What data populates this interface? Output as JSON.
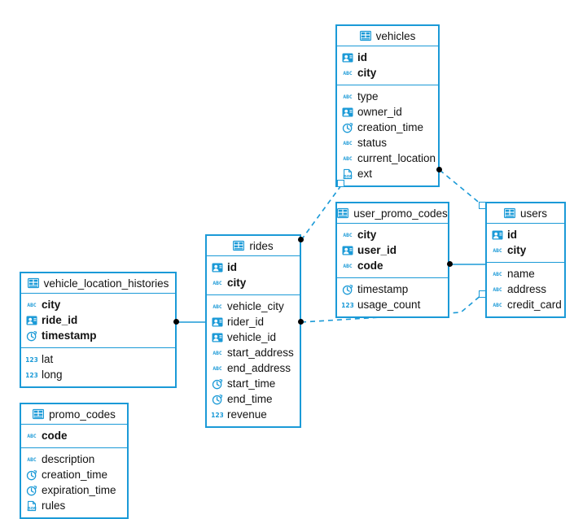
{
  "diagram": {
    "kind": "entity-relationship-diagram",
    "accent_color": "#1b9ad7",
    "text_color": "#121212",
    "background": "#ffffff",
    "connector_dot_color": "#000000"
  },
  "icon_labels": {
    "table": "table-grid-icon",
    "uuid": "id-card-icon",
    "string": "abc-text-icon",
    "timestamp": "clock-icon",
    "number": "123-number-icon",
    "json": "json-icon"
  },
  "entities": [
    {
      "name": "vehicles",
      "primary_keys": [
        {
          "label": "id",
          "type": "uuid"
        },
        {
          "label": "city",
          "type": "string"
        }
      ],
      "columns": [
        {
          "label": "type",
          "type": "string"
        },
        {
          "label": "owner_id",
          "type": "uuid"
        },
        {
          "label": "creation_time",
          "type": "timestamp"
        },
        {
          "label": "status",
          "type": "string"
        },
        {
          "label": "current_location",
          "type": "string"
        },
        {
          "label": "ext",
          "type": "json"
        }
      ]
    },
    {
      "name": "user_promo_codes",
      "primary_keys": [
        {
          "label": "city",
          "type": "string"
        },
        {
          "label": "user_id",
          "type": "uuid"
        },
        {
          "label": "code",
          "type": "string"
        }
      ],
      "columns": [
        {
          "label": "timestamp",
          "type": "timestamp"
        },
        {
          "label": "usage_count",
          "type": "number"
        }
      ]
    },
    {
      "name": "users",
      "primary_keys": [
        {
          "label": "id",
          "type": "uuid"
        },
        {
          "label": "city",
          "type": "string"
        }
      ],
      "columns": [
        {
          "label": "name",
          "type": "string"
        },
        {
          "label": "address",
          "type": "string"
        },
        {
          "label": "credit_card",
          "type": "string"
        }
      ]
    },
    {
      "name": "rides",
      "primary_keys": [
        {
          "label": "id",
          "type": "uuid"
        },
        {
          "label": "city",
          "type": "string"
        }
      ],
      "columns": [
        {
          "label": "vehicle_city",
          "type": "string"
        },
        {
          "label": "rider_id",
          "type": "uuid"
        },
        {
          "label": "vehicle_id",
          "type": "uuid"
        },
        {
          "label": "start_address",
          "type": "string"
        },
        {
          "label": "end_address",
          "type": "string"
        },
        {
          "label": "start_time",
          "type": "timestamp"
        },
        {
          "label": "end_time",
          "type": "timestamp"
        },
        {
          "label": "revenue",
          "type": "number"
        }
      ]
    },
    {
      "name": "vehicle_location_histories",
      "primary_keys": [
        {
          "label": "city",
          "type": "string"
        },
        {
          "label": "ride_id",
          "type": "uuid"
        },
        {
          "label": "timestamp",
          "type": "timestamp"
        }
      ],
      "columns": [
        {
          "label": "lat",
          "type": "number"
        },
        {
          "label": "long",
          "type": "number"
        }
      ]
    },
    {
      "name": "promo_codes",
      "primary_keys": [
        {
          "label": "code",
          "type": "string"
        }
      ],
      "columns": [
        {
          "label": "description",
          "type": "string"
        },
        {
          "label": "creation_time",
          "type": "timestamp"
        },
        {
          "label": "expiration_time",
          "type": "timestamp"
        },
        {
          "label": "rules",
          "type": "json"
        }
      ]
    }
  ],
  "relationships": [
    {
      "from": "rides",
      "to": "vehicles",
      "style": "dashed"
    },
    {
      "from": "vehicles",
      "to": "users",
      "style": "dashed"
    },
    {
      "from": "user_promo_codes",
      "to": "users",
      "style": "solid"
    },
    {
      "from": "rides",
      "to": "users",
      "style": "dashed"
    },
    {
      "from": "vehicle_location_histories",
      "to": "rides",
      "style": "solid"
    }
  ]
}
